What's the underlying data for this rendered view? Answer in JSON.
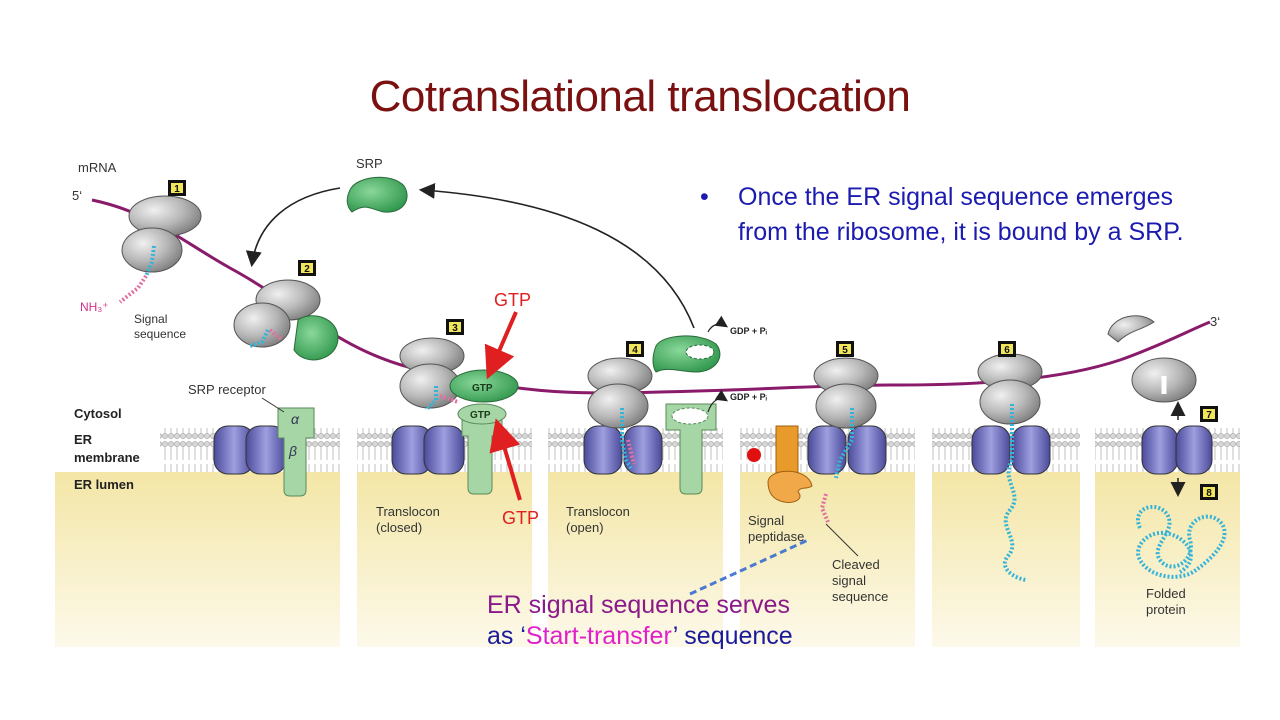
{
  "slide": {
    "title": "Cotranslational translocation",
    "bullet": {
      "marker": "•",
      "text": "Once the ER signal sequence emerges from the ribosome, it is bound by a SRP."
    },
    "caption": {
      "line1_part1": "ER signal sequence",
      "line1_part2": " serves",
      "line2_part1": "as ‘",
      "line2_part2": "Start-transfer",
      "line2_part3": "’ sequence"
    }
  },
  "figure": {
    "labels": {
      "mrna": "mRNA",
      "five_prime": "5‘",
      "three_prime": "3‘",
      "nh3": "NH₃⁺",
      "signal_sequence": [
        "Signal",
        "sequence"
      ],
      "srp": "SRP",
      "srp_receptor": "SRP receptor",
      "alpha": "α",
      "beta": "β",
      "cytosol": "Cytosol",
      "er_membrane": [
        "ER",
        "membrane"
      ],
      "er_lumen": "ER lumen",
      "translocon_closed": [
        "Translocon",
        "(closed)"
      ],
      "translocon_open": [
        "Translocon",
        "(open)"
      ],
      "signal_peptidase": [
        "Signal",
        "peptidase"
      ],
      "cleaved_signal_sequence": [
        "Cleaved",
        "signal",
        "sequence"
      ],
      "folded_protein": [
        "Folded",
        "protein"
      ],
      "gdp_pi": "GDP + Pᵢ",
      "gtp_in_srp": "GTP",
      "gtp_in_receptor": "GTP",
      "gtp_red_top": "GTP",
      "gtp_red_bottom": "GTP"
    },
    "step_numbers": [
      "1",
      "2",
      "3",
      "4",
      "5",
      "6",
      "7",
      "8"
    ],
    "colors": {
      "title": "#7a1010",
      "bullet_text": "#1b1bb0",
      "mrna_line": "#8a1a6a",
      "ribosome": "#9e9e9e",
      "srp_green": "#3aa55a",
      "receptor_green": "#a6d6a6",
      "translocon_blue": "#6a6ab8",
      "lumen_yellow": "#f5eab0",
      "signal_pink": "#e070a0",
      "polypeptide_cyan": "#36b4d8",
      "peptidase_orange": "#e89a2a",
      "gtp_arrow_red": "#e02020"
    }
  }
}
